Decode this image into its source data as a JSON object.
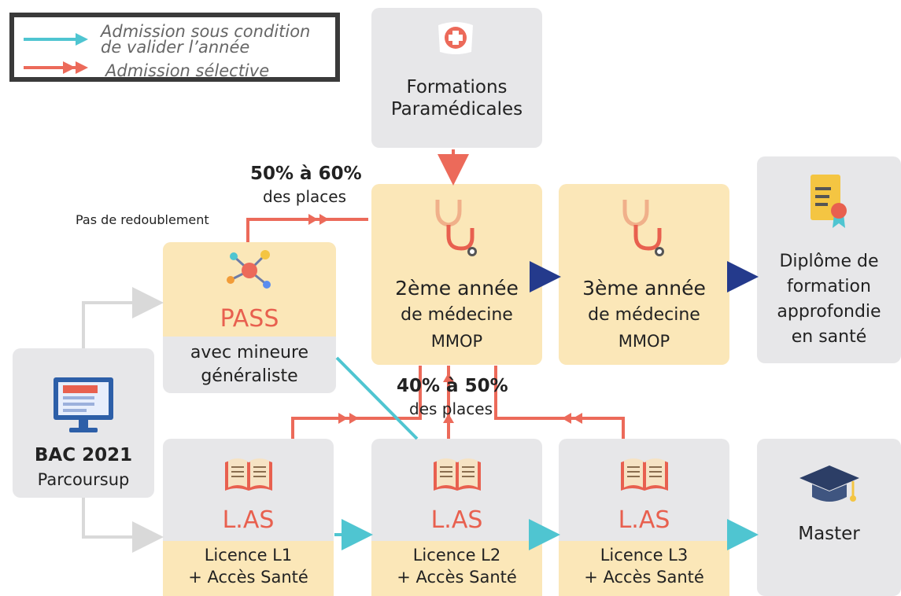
{
  "legend": {
    "line1": "Admission sous condition",
    "line2": "de valider l’année",
    "line3": "Admission sélective",
    "cyan_color": "#4fc5d1",
    "red_color": "#ec6a5a"
  },
  "paramedical": {
    "line1": "Formations",
    "line2": "Paramédicales",
    "icon": "medical-cross-icon"
  },
  "pass": {
    "title": "PASS",
    "line1": "avec mineure",
    "line2": "généraliste",
    "icon": "molecule-icon"
  },
  "pass_route": {
    "label": "Pas de redoublement",
    "pct": "50% à 60%",
    "sub": "des places"
  },
  "med2": {
    "line1": "2ème année",
    "line2": "de médecine",
    "line3": "MMOP",
    "icon": "stethoscope-icon"
  },
  "med3": {
    "line1": "3ème année",
    "line2": "de médecine",
    "line3": "MMOP",
    "icon": "stethoscope-icon"
  },
  "las_route": {
    "pct": "40% à 50%",
    "sub": "des places"
  },
  "diploma": {
    "line1": "Diplôme de",
    "line2": "formation",
    "line3": "approfondie",
    "line4": "en santé",
    "icon": "diploma-icon"
  },
  "bac": {
    "line1": "BAC 2021",
    "line2": "Parcoursup",
    "icon": "computer-icon"
  },
  "las1": {
    "title": "L.AS",
    "line1": "Licence L1",
    "line2": "+ Accès Santé",
    "icon": "book-icon"
  },
  "las2": {
    "title": "L.AS",
    "line1": "Licence L2",
    "line2": "+ Accès Santé",
    "icon": "book-icon"
  },
  "las3": {
    "title": "L.AS",
    "line1": "Licence L3",
    "line2": "+ Accès Santé",
    "icon": "book-icon"
  },
  "master": {
    "label": "Master",
    "icon": "graduation-cap-icon"
  },
  "colors": {
    "red": "#ec6a5a",
    "cyan": "#4fc5d1",
    "navy": "#243a8c",
    "light_grey": "#d9d9d9",
    "las_title": "#e8604f"
  }
}
